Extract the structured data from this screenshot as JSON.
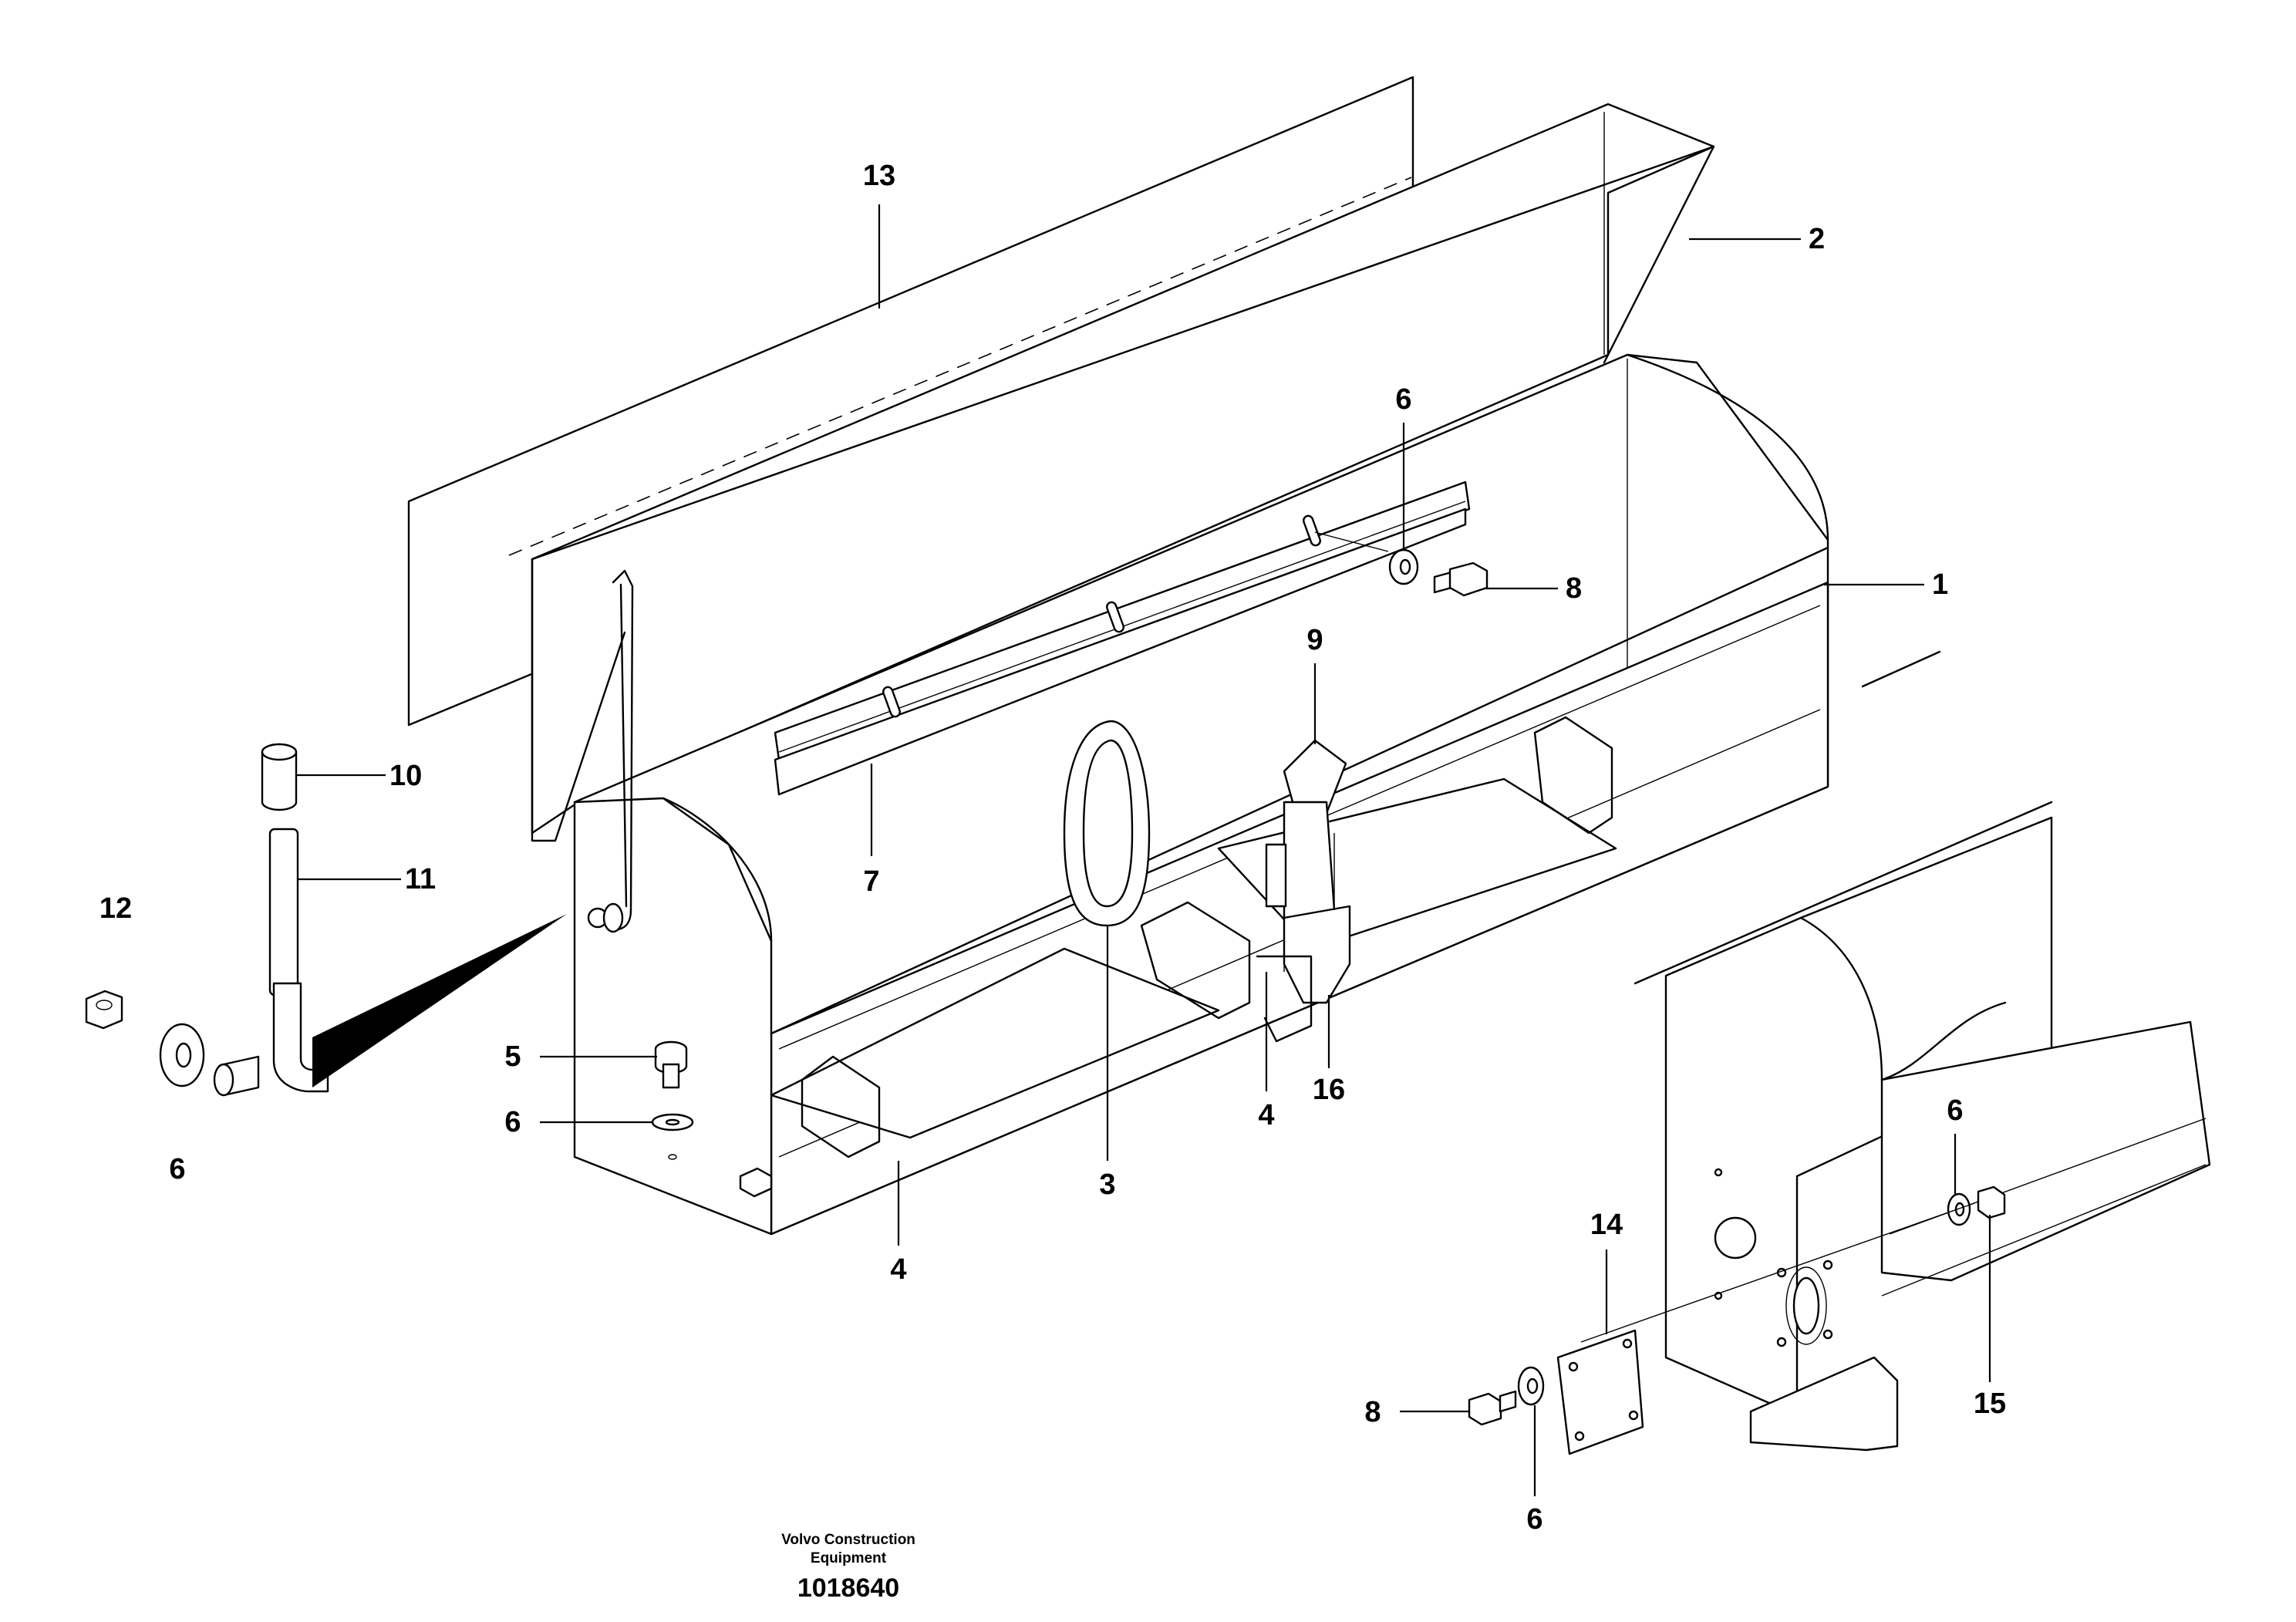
{
  "callouts": {
    "c13": "13",
    "c2": "2",
    "c6_top": "6",
    "c8_top": "8",
    "c1": "1",
    "c9": "9",
    "c10": "10",
    "c11": "11",
    "c12": "12",
    "c7": "7",
    "c6_left": "6",
    "c5": "5",
    "c6_mid": "6",
    "c3": "3",
    "c4_bottom": "4",
    "c4_mid": "4",
    "c16": "16",
    "c14": "14",
    "c6_right": "6",
    "c15": "15",
    "c8_bottom": "8",
    "c6_bottom": "6"
  },
  "caption": {
    "line1": "Volvo Construction",
    "line2": "Equipment",
    "number": "1018640"
  }
}
